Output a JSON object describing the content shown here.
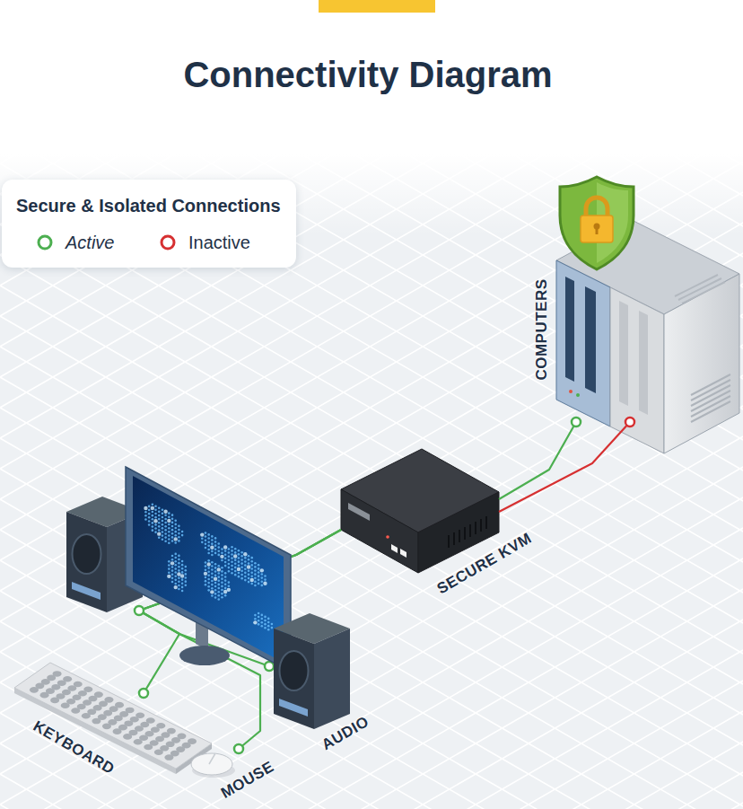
{
  "diagram": {
    "title": "Connectivity Diagram",
    "nodes": [
      {
        "text": [
          "COMPUTERS"
        ]
      },
      {
        "text": [
          "SECURE KVM"
        ]
      },
      {
        "text": [
          "AUDIO"
        ]
      },
      {
        "text": [
          "KEYBOARD"
        ]
      },
      {
        "text": [
          "MOUSE"
        ]
      }
    ],
    "edges": [
      {
        "from": 1,
        "to": 0,
        "arrow": "none"
      },
      {
        "from": 1,
        "to": 0,
        "arrow": "none"
      },
      {
        "from": 1,
        "to": 2,
        "arrow": "none"
      },
      {
        "from": 1,
        "to": 3,
        "arrow": "none"
      },
      {
        "from": 1,
        "to": 4,
        "arrow": "none"
      }
    ],
    "labels": [
      "Secure & Isolated Connections"
    ],
    "legend": [
      {
        "text": "Active",
        "color": "#4caf50"
      },
      {
        "text": "Inactive",
        "color": "#d63031"
      }
    ]
  }
}
